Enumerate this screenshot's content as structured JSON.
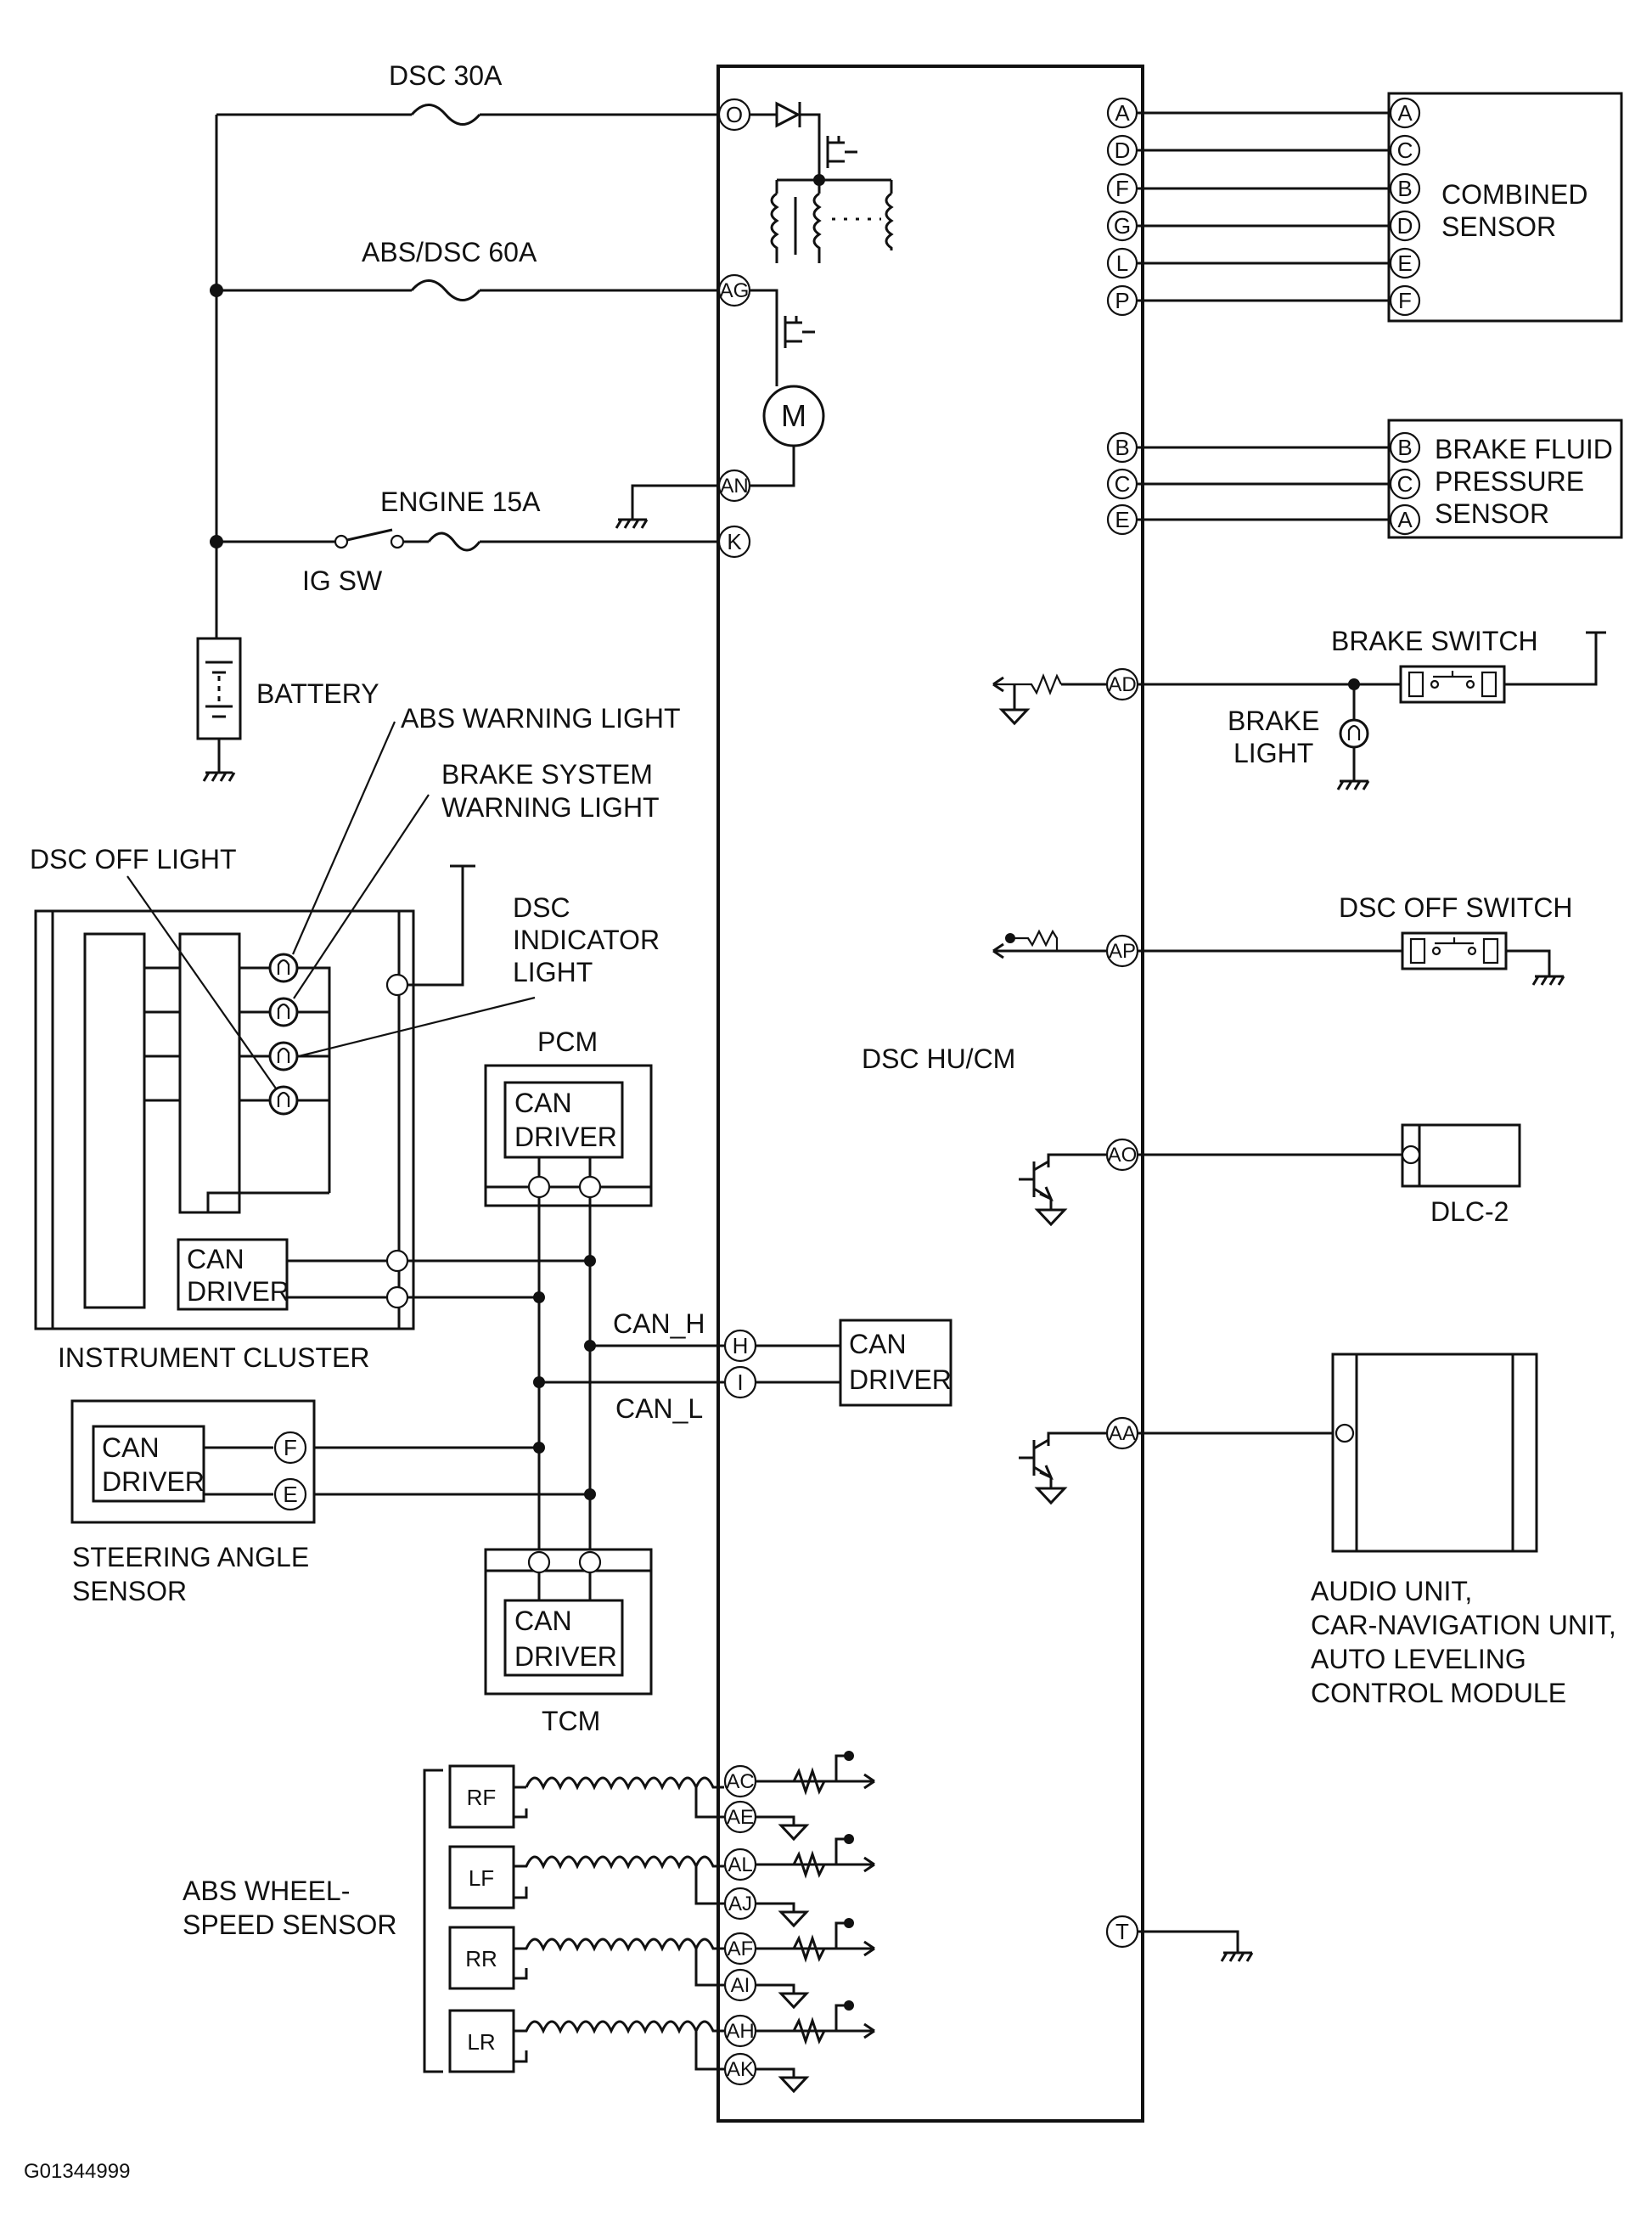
{
  "fuses": {
    "dsc": "DSC 30A",
    "abs_dsc": "ABS/DSC 60A",
    "engine": "ENGINE 15A"
  },
  "ig_switch": "IG SW",
  "battery": "BATTERY",
  "main_unit": "DSC HU/CM",
  "left_pins": {
    "o": "O",
    "ag": "AG",
    "an": "AN",
    "k": "K",
    "h": "H",
    "i": "I"
  },
  "motor": "M",
  "combined_sensor": {
    "label_line1": "COMBINED",
    "label_line2": "SENSOR",
    "unit_pins": [
      "A",
      "D",
      "F",
      "G",
      "L",
      "P"
    ],
    "sensor_pins": [
      "A",
      "C",
      "B",
      "D",
      "E",
      "F"
    ]
  },
  "brake_fluid_sensor": {
    "label_line1": "BRAKE FLUID",
    "label_line2": "PRESSURE",
    "label_line3": "SENSOR",
    "unit_pins": [
      "B",
      "C",
      "E"
    ],
    "sensor_pins": [
      "B",
      "C",
      "A"
    ]
  },
  "right_pins": {
    "ad": "AD",
    "ap": "AP",
    "ao": "AO",
    "aa": "AA",
    "t": "T"
  },
  "brake_switch": "BRAKE SWITCH",
  "brake_light": {
    "line1": "BRAKE",
    "line2": "LIGHT"
  },
  "dsc_off_switch": "DSC OFF SWITCH",
  "dlc": "DLC-2",
  "audio_unit": {
    "line1": "AUDIO UNIT,",
    "line2": "CAR-NAVIGATION UNIT,",
    "line3": "AUTO LEVELING",
    "line4": "CONTROL MODULE"
  },
  "instrument_cluster": {
    "label": "INSTRUMENT CLUSTER",
    "abs_warning": "ABS WARNING LIGHT",
    "brake_system_line1": "BRAKE SYSTEM",
    "brake_system_line2": "WARNING LIGHT",
    "dsc_off_light": "DSC OFF LIGHT",
    "dsc_indicator_line1": "DSC",
    "dsc_indicator_line2": "INDICATOR",
    "dsc_indicator_line3": "LIGHT"
  },
  "can": {
    "driver_line1": "CAN",
    "driver_line2": "DRIVER",
    "high": "CAN_H",
    "low": "CAN_L"
  },
  "pcm": "PCM",
  "tcm": "TCM",
  "steering_sensor": {
    "line1": "STEERING ANGLE",
    "line2": "SENSOR",
    "pins": [
      "F",
      "E"
    ]
  },
  "wheel_sensors": {
    "label_line1": "ABS WHEEL-",
    "label_line2": "SPEED SENSOR",
    "names": [
      "RF",
      "LF",
      "RR",
      "LR"
    ],
    "pins": [
      "AC",
      "AE",
      "AL",
      "AJ",
      "AF",
      "AI",
      "AH",
      "AK"
    ]
  },
  "figure_code": "G01344999"
}
